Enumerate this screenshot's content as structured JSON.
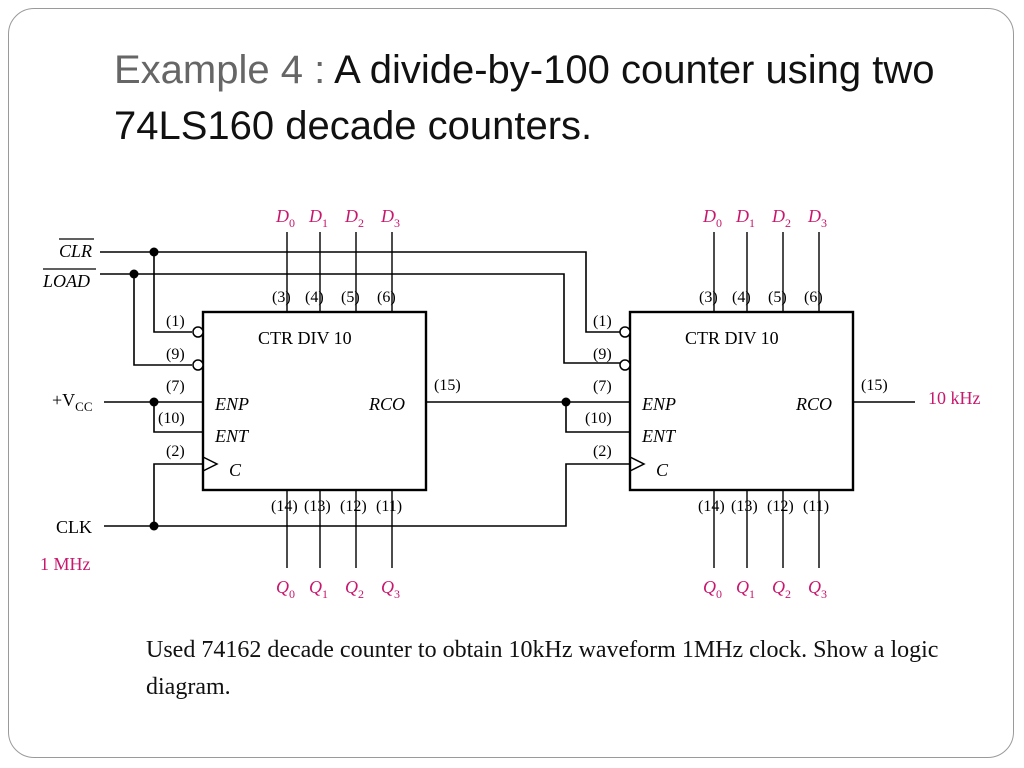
{
  "slide": {
    "title_prefix": "Example 4 : ",
    "title_main": "A divide-by-100 counter using two 74LS160 decade counters.",
    "caption": "Used 74162 decade counter to obtain 10kHz waveform 1MHz clock. Show a logic diagram."
  },
  "colors": {
    "accent": "#c8176d",
    "line": "#000000"
  },
  "diagram": {
    "inputs": {
      "clr": "CLR",
      "load": "LOAD",
      "vcc_prefix": "+V",
      "vcc_sub": "CC",
      "clk": "CLK",
      "clk_freq": "1 MHz"
    },
    "output_freq": "10 kHz",
    "counter": {
      "name": "CTR DIV 10",
      "enp": "ENP",
      "ent": "ENT",
      "clock": "C",
      "rco": "RCO",
      "data_pins": [
        "(3)",
        "(4)",
        "(5)",
        "(6)"
      ],
      "q_pins": [
        "(14)",
        "(13)",
        "(12)",
        "(11)"
      ],
      "left_pins": [
        "(1)",
        "(9)",
        "(7)",
        "(10)",
        "(2)"
      ],
      "rco_pin": "(15)"
    },
    "d_labels": [
      {
        "main": "D",
        "sub": "0"
      },
      {
        "main": "D",
        "sub": "1"
      },
      {
        "main": "D",
        "sub": "2"
      },
      {
        "main": "D",
        "sub": "3"
      }
    ],
    "q_labels": [
      {
        "main": "Q",
        "sub": "0"
      },
      {
        "main": "Q",
        "sub": "1"
      },
      {
        "main": "Q",
        "sub": "2"
      },
      {
        "main": "Q",
        "sub": "3"
      }
    ]
  }
}
